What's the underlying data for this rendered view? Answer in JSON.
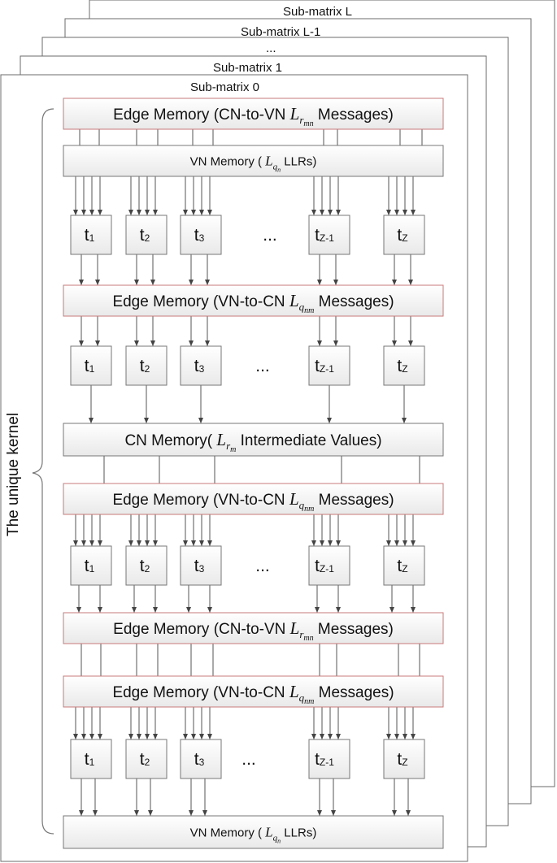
{
  "submatrix_titles": [
    "Sub-matrix L",
    "Sub-matrix L-1",
    "...",
    "Sub-matrix 1",
    "Sub-matrix 0"
  ],
  "side_label": "The unique kernel",
  "memories": {
    "edge_cn_vn_1": {
      "pre": "Edge Memory (CN-to-VN",
      "math_main": "L",
      "math_sub": "r",
      "math_subsub": "mn",
      "post": "Messages)"
    },
    "vn_mem_1": {
      "pre": "VN Memory (",
      "math_main": "L",
      "math_sub": "q",
      "math_subsub": "n",
      "post": "LLRs)"
    },
    "edge_vn_cn_1": {
      "pre": "Edge Memory (VN-to-CN",
      "math_main": "L",
      "math_sub": "q",
      "math_subsub": "nm",
      "post": "Messages)"
    },
    "cn_mem": {
      "pre": "CN Memory(",
      "math_main": "L",
      "math_sub": "r",
      "math_subsub": "m",
      "post": "Intermediate Values)"
    },
    "edge_vn_cn_2": {
      "pre": "Edge Memory (VN-to-CN",
      "math_main": "L",
      "math_sub": "q",
      "math_subsub": "nm",
      "post": "Messages)"
    },
    "edge_cn_vn_2": {
      "pre": "Edge Memory (CN-to-VN",
      "math_main": "L",
      "math_sub": "r",
      "math_subsub": "mn",
      "post": "Messages)"
    },
    "edge_vn_cn_3": {
      "pre": "Edge Memory (VN-to-CN",
      "math_main": "L",
      "math_sub": "q",
      "math_subsub": "nm",
      "post": "Messages)"
    },
    "vn_mem_2": {
      "pre": "VN Memory (",
      "math_main": "L",
      "math_sub": "q",
      "math_subsub": "n",
      "post": "LLRs)"
    }
  },
  "threads": [
    {
      "main": "t",
      "sub": "1"
    },
    {
      "main": "t",
      "sub": "2"
    },
    {
      "main": "t",
      "sub": "3"
    },
    {
      "main": "t",
      "sub": "Z-1"
    },
    {
      "main": "t",
      "sub": "Z"
    }
  ],
  "ellipsis": "..."
}
